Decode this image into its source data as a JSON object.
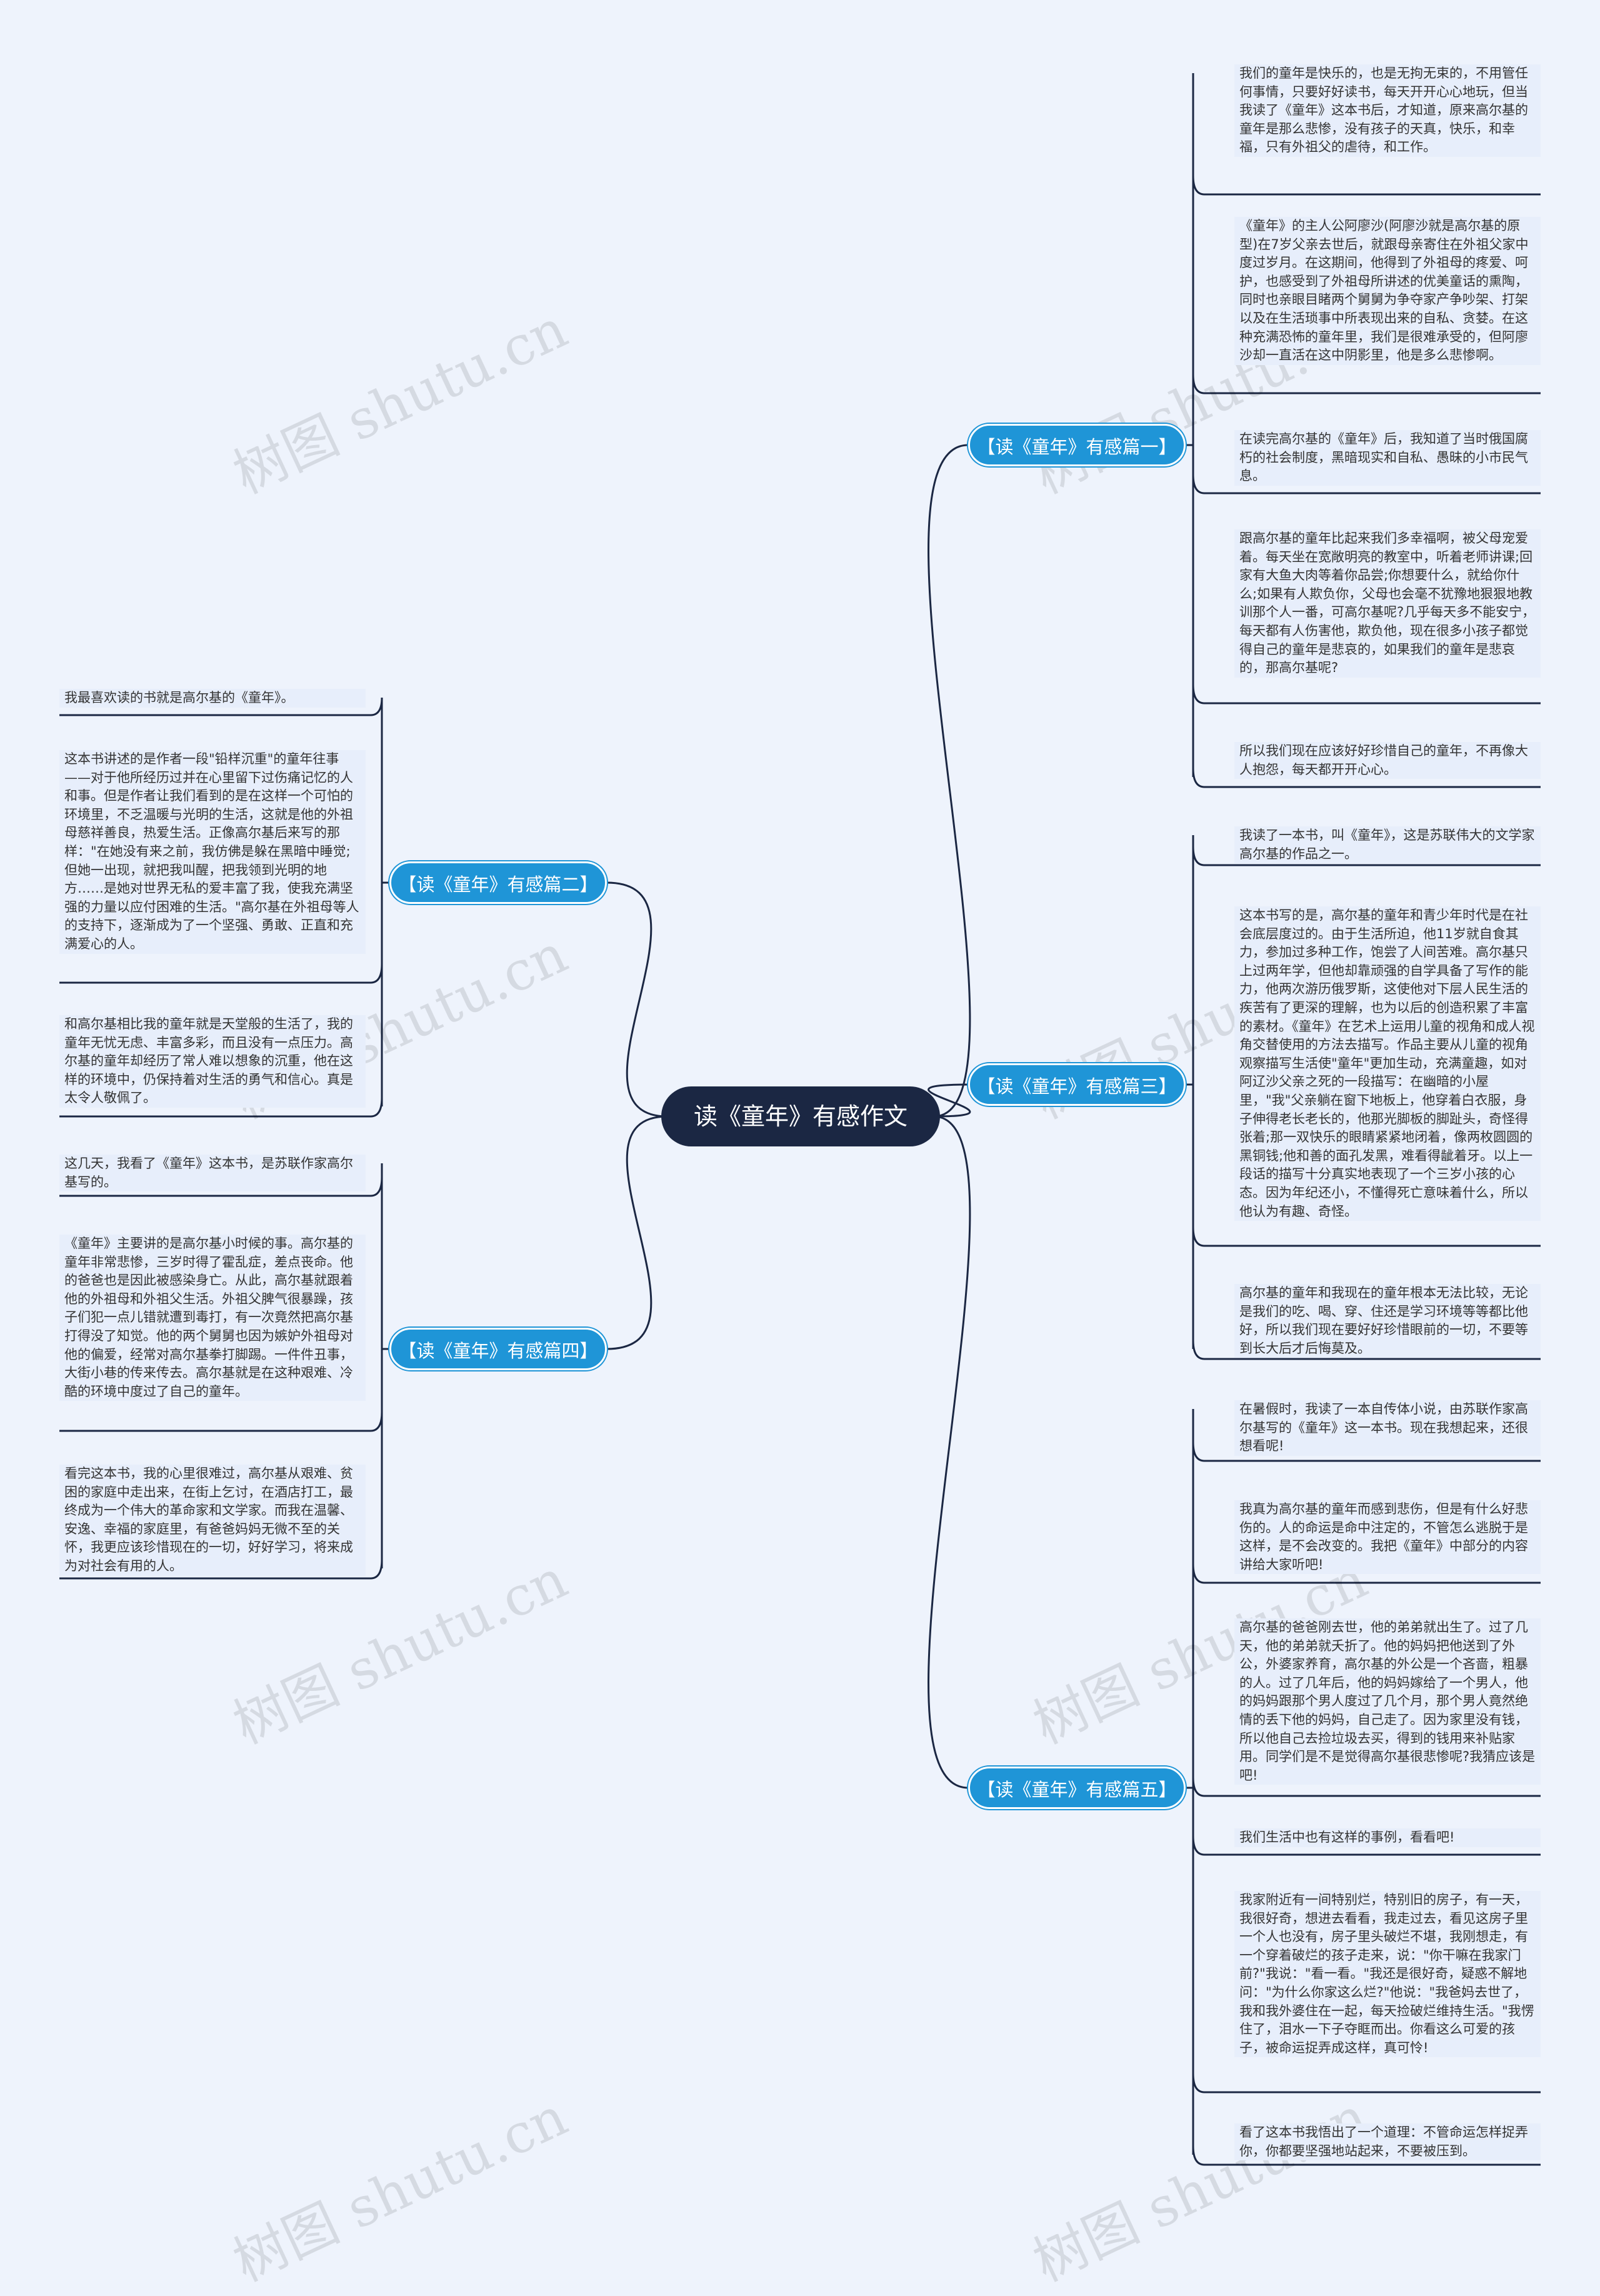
{
  "title": "读《童年》有感作文",
  "watermark": "树图 shutu.cn",
  "colors": {
    "root": "#1b2743",
    "branch": "#1f95d7",
    "line": "#1b2743",
    "leaf_bg": "#e7eefb"
  },
  "branches": [
    {
      "label": "【读《童年》有感篇一】",
      "side": "right",
      "leaves": [
        "我们的童年是快乐的，也是无拘无束的，不用管任何事情，只要好好读书，每天开开心心地玩，但当我读了《童年》这本书后，才知道，原来高尔基的童年是那么悲惨，没有孩子的天真，快乐，和幸福，只有外祖父的虐待，和工作。",
        "《童年》的主人公阿廖沙(阿廖沙就是高尔基的原型)在7岁父亲去世后，就跟母亲寄住在外祖父家中度过岁月。在这期间，他得到了外祖母的疼爱、呵护，也感受到了外祖母所讲述的优美童话的熏陶，同时也亲眼目睹两个舅舅为争夺家产争吵架、打架以及在生活琐事中所表现出来的自私、贪婪。在这种充满恐怖的童年里，我们是很难承受的，但阿廖沙却一直活在这中阴影里，他是多么悲惨啊。",
        "在读完高尔基的《童年》后，我知道了当时俄国腐朽的社会制度，黑暗现实和自私、愚昧的小市民气息。",
        "跟高尔基的童年比起来我们多幸福啊，被父母宠爱着。每天坐在宽敞明亮的教室中，听着老师讲课;回家有大鱼大肉等着你品尝;你想要什么，就给你什么;如果有人欺负你，父母也会毫不犹豫地狠狠地教训那个人一番，可高尔基呢?几乎每天多不能安宁，每天都有人伤害他，欺负他，现在很多小孩子都觉得自己的童年是悲哀的，如果我们的童年是悲哀的，那高尔基呢?",
        "所以我们现在应该好好珍惜自己的童年，不再像大人抱怨，每天都开开心心。"
      ]
    },
    {
      "label": "【读《童年》有感篇二】",
      "side": "left",
      "leaves": [
        "我最喜欢读的书就是高尔基的《童年》。",
        "这本书讲述的是作者一段\"铅样沉重\"的童年往事——对于他所经历过并在心里留下过伤痛记忆的人和事。但是作者让我们看到的是在这样一个可怕的环境里，不乏温暖与光明的生活，这就是他的外祖母慈祥善良，热爱生活。正像高尔基后来写的那样：\"在她没有来之前，我仿佛是躲在黑暗中睡觉;但她一出现，就把我叫醒，把我领到光明的地方……是她对世界无私的爱丰富了我，使我充满坚强的力量以应付困难的生活。\"高尔基在外祖母等人的支持下，逐渐成为了一个坚强、勇敢、正直和充满爱心的人。",
        "和高尔基相比我的童年就是天堂般的生活了，我的童年无忧无虑、丰富多彩，而且没有一点压力。高尔基的童年却经历了常人难以想象的沉重，他在这样的环境中，仍保持着对生活的勇气和信心。真是太令人敬佩了。"
      ]
    },
    {
      "label": "【读《童年》有感篇三】",
      "side": "right",
      "leaves": [
        "我读了一本书，叫《童年》，这是苏联伟大的文学家高尔基的作品之一。",
        "这本书写的是，高尔基的童年和青少年时代是在社会底层度过的。由于生活所迫，他11岁就自食其力，参加过多种工作，饱尝了人间苦难。高尔基只上过两年学，但他却靠顽强的自学具备了写作的能力，他两次游历俄罗斯，这使他对下层人民生活的疾苦有了更深的理解，也为以后的创造积累了丰富的素材。《童年》在艺术上运用儿童的视角和成人视角交替使用的方法去描写。作品主要从儿童的视角观察描写生活使\"童年\"更加生动，充满童趣，如对阿辽沙父亲之死的一段描写：在幽暗的小屋里，\"我\"父亲躺在窗下地板上，他穿着白衣服，身子伸得老长老长的，他那光脚板的脚趾头，奇怪得张着;那一双快乐的眼睛紧紧地闭着，像两枚圆圆的黑铜钱;他和善的面孔发黑，难看得龇着牙。以上一段话的描写十分真实地表现了一个三岁小孩的心态。因为年纪还小，不懂得死亡意味着什么，所以他认为有趣、奇怪。",
        "高尔基的童年和我现在的童年根本无法比较，无论是我们的吃、喝、穿、住还是学习环境等等都比他好，所以我们现在要好好珍惜眼前的一切，不要等到长大后才后悔莫及。"
      ]
    },
    {
      "label": "【读《童年》有感篇四】",
      "side": "left",
      "leaves": [
        "这几天，我看了《童年》这本书，是苏联作家高尔基写的。",
        "《童年》主要讲的是高尔基小时候的事。高尔基的童年非常悲惨，三岁时得了霍乱症，差点丧命。他的爸爸也是因此被感染身亡。从此，高尔基就跟着他的外祖母和外祖父生活。外祖父脾气很暴躁，孩子们犯一点儿错就遭到毒打，有一次竟然把高尔基打得没了知觉。他的两个舅舅也因为嫉妒外祖母对他的偏爱，经常对高尔基拳打脚踢。一件件丑事，大街小巷的传来传去。高尔基就是在这种艰难、冷酷的环境中度过了自己的童年。",
        "看完这本书，我的心里很难过，高尔基从艰难、贫困的家庭中走出来，在街上乞讨，在酒店打工，最终成为一个伟大的革命家和文学家。而我在温馨、安逸、幸福的家庭里，有爸爸妈妈无微不至的关怀，我更应该珍惜现在的一切，好好学习，将来成为对社会有用的人。"
      ]
    },
    {
      "label": "【读《童年》有感篇五】",
      "side": "right",
      "leaves": [
        "在暑假时，我读了一本自传体小说，由苏联作家高尔基写的《童年》这一本书。现在我想起来，还很想看呢!",
        "我真为高尔基的童年而感到悲伤，但是有什么好悲伤的。人的命运是命中注定的，不管怎么逃脱于是这样，是不会改变的。我把《童年》中部分的内容讲给大家听吧!",
        "高尔基的爸爸刚去世，他的弟弟就出生了。过了几天，他的弟弟就夭折了。他的妈妈把他送到了外公，外婆家养育，高尔基的外公是一个吝啬，粗暴的人。过了几年后，他的妈妈嫁给了一个男人，他的妈妈跟那个男人度过了几个月，那个男人竟然绝情的丢下他的妈妈，自己走了。因为家里没有钱，所以他自己去捡垃圾去买，得到的钱用来补贴家用。同学们是不是觉得高尔基很悲惨呢?我猜应该是吧!",
        "我们生活中也有这样的事例，看看吧!",
        "我家附近有一间特别烂，特别旧的房子，有一天，我很好奇，想进去看看，我走过去，看见这房子里一个人也没有，房子里头破烂不堪，我刚想走，有一个穿着破烂的孩子走来，说：\"你干嘛在我家门前?\"我说：\"看一看。\"我还是很好奇，疑惑不解地问：\"为什么你家这么烂?\"他说：\"我爸妈去世了，我和我外婆住在一起，每天捡破烂维持生活。\"我愣住了，泪水一下子夺眶而出。你看这么可爱的孩子，被命运捉弄成这样，真可怜!",
        "看了这本书我悟出了一个道理：不管命运怎样捉弄你，你都要坚强地站起来，不要被压到。"
      ]
    }
  ]
}
